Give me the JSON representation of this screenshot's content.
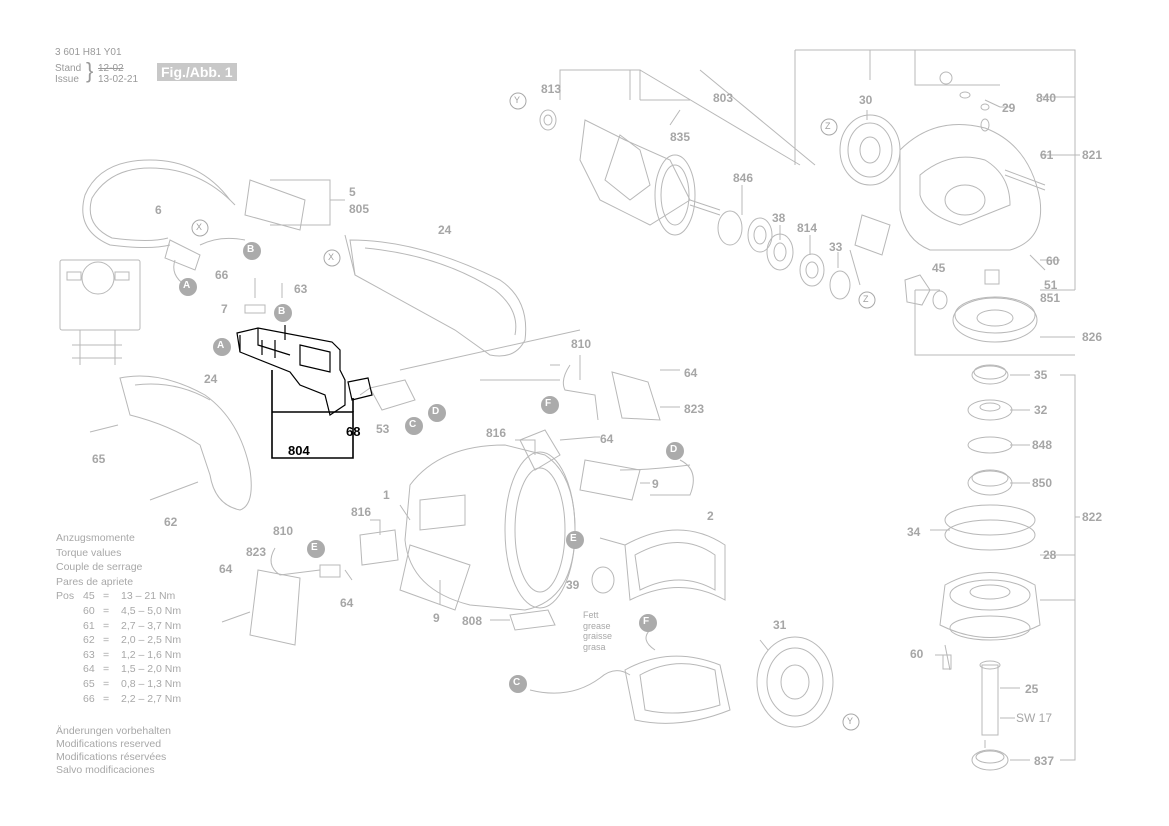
{
  "header": {
    "doc_number": "3 601 H81 Y01",
    "stand_label": "Stand",
    "issue_label": "Issue",
    "stand_date": "12-02",
    "issue_date": "13-02-21",
    "figure_label": "Fig./Abb. 1"
  },
  "torque_table": {
    "headings": [
      "Anzugsmomente",
      "Torque values",
      "Couple de serrage",
      "Pares de apriete"
    ],
    "pos_label": "Pos",
    "rows": [
      {
        "pos": "45",
        "eq": "=",
        "value": "13 – 21 Nm"
      },
      {
        "pos": "60",
        "eq": "=",
        "value": "4,5 – 5,0 Nm"
      },
      {
        "pos": "61",
        "eq": "=",
        "value": "2,7 – 3,7 Nm"
      },
      {
        "pos": "62",
        "eq": "=",
        "value": "2,0 – 2,5 Nm"
      },
      {
        "pos": "63",
        "eq": "=",
        "value": "1,2 – 1,6 Nm"
      },
      {
        "pos": "64",
        "eq": "=",
        "value": "1,5 – 2,0 Nm"
      },
      {
        "pos": "65",
        "eq": "=",
        "value": "0,8 – 1,3 Nm"
      },
      {
        "pos": "66",
        "eq": "=",
        "value": "2,2 – 2,7 Nm"
      }
    ]
  },
  "modifications": [
    "Änderungen vorbehalten",
    "Modifications reserved",
    "Modifications réservées",
    "Salvo modificaciones"
  ],
  "grease_note": [
    "Fett",
    "grease",
    "graisse",
    "grasa"
  ],
  "highlighted_parts": [
    "804",
    "68"
  ],
  "part_labels": {
    "p813": "813",
    "p803": "803",
    "p835": "835",
    "p30": "30",
    "p840": "840",
    "p29": "29",
    "p821": "821",
    "p61": "61",
    "p846": "846",
    "p38": "38",
    "p814": "814",
    "p33": "33",
    "p45": "45",
    "p60a": "60",
    "p51": "51",
    "p851": "851",
    "p826": "826",
    "p35": "35",
    "p32": "32",
    "p848": "848",
    "p850": "850",
    "p822": "822",
    "p34": "34",
    "p28": "28",
    "p60b": "60",
    "p25": "25",
    "sw17": "SW 17",
    "p837": "837",
    "p5": "5",
    "p805": "805",
    "p6": "6",
    "p24a": "24",
    "p66": "66",
    "p63": "63",
    "p7": "7",
    "p53": "53",
    "p24b": "24",
    "p65": "65",
    "p62": "62",
    "p810a": "810",
    "p64a": "64",
    "p823a": "823",
    "p816a": "816",
    "p64b": "64",
    "p9a": "9",
    "p1": "1",
    "p2": "2",
    "p816b": "816",
    "p810b": "810",
    "p823b": "823",
    "p64c": "64",
    "p64d": "64",
    "p9b": "9",
    "p808": "808",
    "p39": "39",
    "p31": "31"
  },
  "callouts": {
    "x1": "X",
    "x2": "X",
    "y1": "Y",
    "y2": "Y",
    "z1": "Z",
    "z2": "Z",
    "a1": "A",
    "a2": "A",
    "b1": "B",
    "b2": "B",
    "c1": "C",
    "c2": "C",
    "d1": "D",
    "d2": "D",
    "e1": "E",
    "e2": "E",
    "f1": "F",
    "f2": "F"
  },
  "colors": {
    "line": "#b4b4b4",
    "callout_fill": "#a8a8a8",
    "highlight": "#000000",
    "figure_bg": "#c8c8c8"
  }
}
